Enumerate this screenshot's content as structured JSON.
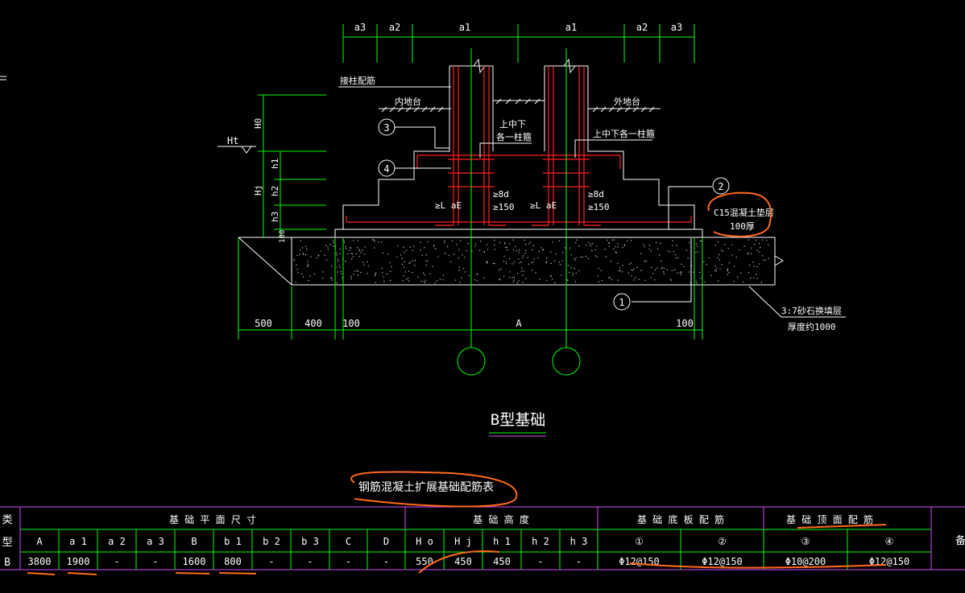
{
  "drawing": {
    "title": "B型基础",
    "top_dims": [
      "a3",
      "a2",
      "a1",
      "a1",
      "a2",
      "a3"
    ],
    "labels": {
      "anchor_rebar": "接柱配筋",
      "inner_cap": "内地台",
      "outer_cap": "外地台",
      "stirrup_left_1": "上中下",
      "stirrup_left_2": "各一柱箍",
      "stirrup_right": "上中下各一柱箍",
      "lae": "≥L aE",
      "ge8d": "≥8d",
      "ge150": "≥150",
      "cushion_1": "C15混凝土垫层",
      "cushion_2": "100厚",
      "gravel_1": "3:7砂石换填层",
      "gravel_2": "厚度约1000",
      "ht": "Ht",
      "h0": "H0",
      "hj": "Hj",
      "h1": "h1",
      "h2": "h2",
      "h3": "h3",
      "h100": "100"
    },
    "markers": [
      "3",
      "4",
      "2",
      "1"
    ],
    "bottom_dims": [
      "500",
      "400",
      "100",
      "A",
      "100"
    ]
  },
  "table": {
    "title": "钢筋混凝土扩展基础配筋表",
    "col_type_top": "类",
    "col_type_bottom": "型",
    "group_plan": "基 础 平 面 尺 寸",
    "group_height": "基 础 高 度",
    "group_bottom_rebar": "基 础 底 板 配 筋",
    "group_top_rebar": "基 础 顶 面 配 筋",
    "extra_col": "备",
    "headers": [
      "A",
      "a 1",
      "a 2",
      "a 3",
      "B",
      "b 1",
      "b 2",
      "b 3",
      "C",
      "D",
      "H o",
      "H j",
      "h 1",
      "h 2",
      "h 3",
      "①",
      "②",
      "③",
      "④"
    ],
    "row": {
      "type": "B",
      "values": [
        "3800",
        "1900",
        "-",
        "-",
        "1600",
        "800",
        "-",
        "-",
        "-",
        "-",
        "550",
        "450",
        "450",
        "-",
        "-",
        "Φ12@150",
        "Φ12@150",
        "Φ10@200",
        "Φ12@150"
      ]
    }
  },
  "colors": {
    "background": "#000000",
    "dimension": "#00ff00",
    "rebar": "#ff2020",
    "markup": "#ff6a1a",
    "table_border": "#d24bff"
  }
}
